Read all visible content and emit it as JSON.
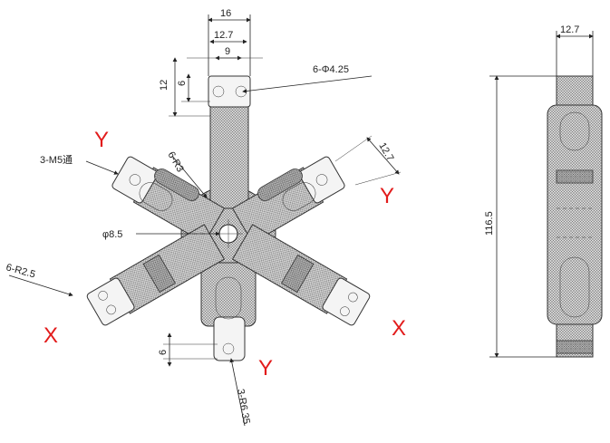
{
  "drawing": {
    "dimensions": {
      "top_width_outer": "16",
      "top_width_mid": "12.7",
      "top_width_inner": "9",
      "top_height_outer": "12",
      "top_height_inner": "6",
      "hole_callout": "6-Φ4.25",
      "thread_callout": "3-M5通",
      "fillet_small": "6-R3",
      "arm_width": "12.7",
      "center_hole": "φ8.5",
      "fillet_left": "6-R2.5",
      "bottom_height": "6",
      "bottom_radius": "3-R6.35",
      "side_width": "12.7",
      "side_height": "116.5"
    },
    "axis_labels": {
      "y_top_left": "Y",
      "y_right": "Y",
      "y_bottom": "Y",
      "x_left": "X",
      "x_right": "X"
    }
  }
}
